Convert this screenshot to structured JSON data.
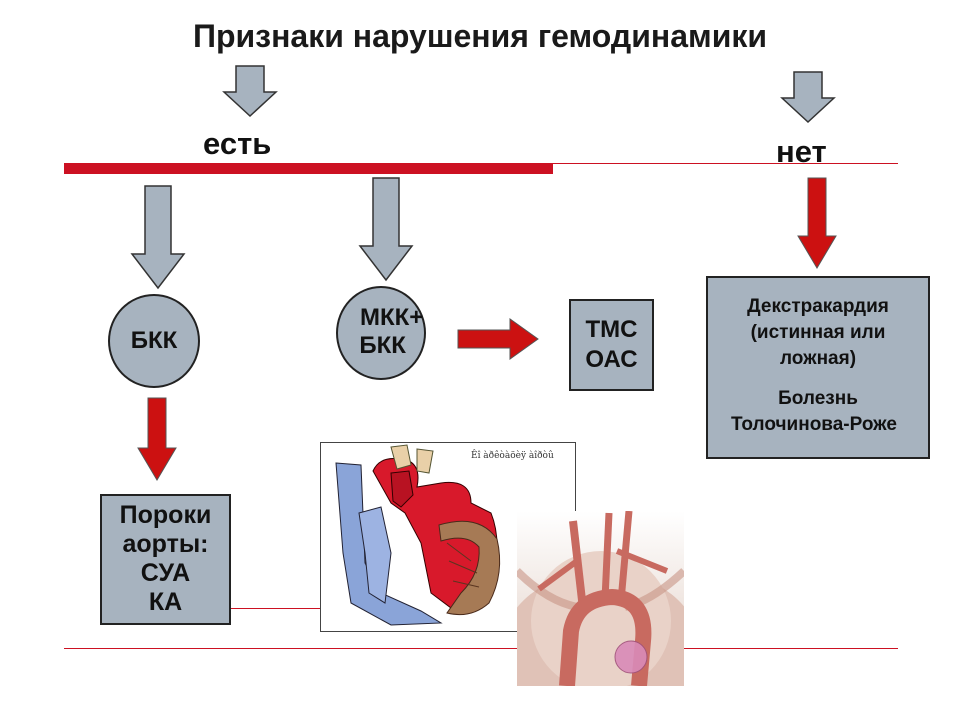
{
  "title": "Признаки нарушения гемодинамики",
  "branches": {
    "yes": "есть",
    "no": "нет"
  },
  "nodes": {
    "bkk": "БКК",
    "mkk_bkk": [
      "МКК+",
      "БКК"
    ],
    "tms": [
      "ТМС",
      "ОАС"
    ],
    "dextro": [
      "Декстракардия",
      "(истинная или",
      "ложная)",
      "",
      "Болезнь",
      "Толочинова-Роже"
    ],
    "aorta": [
      "Пороки",
      "аорты:",
      "СУА",
      "КА"
    ]
  },
  "heart_image": {
    "caption": "Êî àðêòàöèÿ àîðòû"
  },
  "colors": {
    "red_arrow": "#cc1111",
    "gray_arrow": "#a7b3bf",
    "node_fill": "#a7b3bf",
    "divider": "#cc1122"
  }
}
